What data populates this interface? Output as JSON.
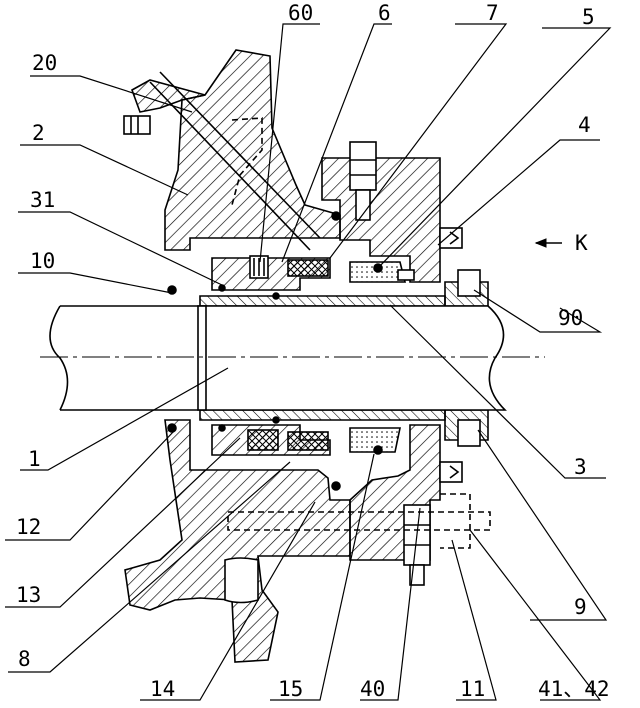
{
  "labels": {
    "l60": "60",
    "l6": "6",
    "l7": "7",
    "l5": "5",
    "l20": "20",
    "l2": "2",
    "l4": "4",
    "l31": "31",
    "l10": "10",
    "lK": "K",
    "l90": "90",
    "l1": "1",
    "l3": "3",
    "l12": "12",
    "l13": "13",
    "l9": "9",
    "l8": "8",
    "l14": "14",
    "l15": "15",
    "l40": "40",
    "l11": "11",
    "l4142": "41、42"
  },
  "colors": {
    "line": "#000000",
    "background": "#ffffff"
  }
}
